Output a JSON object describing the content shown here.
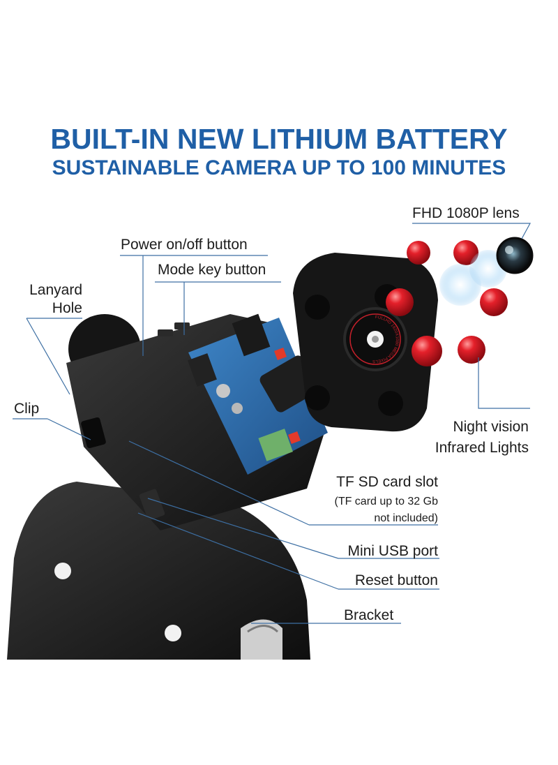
{
  "headline": {
    "title": "BUILT-IN NEW LITHIUM BATTERY",
    "subtitle": "SUSTAINABLE CAMERA UP TO 100 MINUTES"
  },
  "callouts": {
    "lens": "FHD 1080P lens",
    "power": "Power on/off button",
    "mode": "Mode key button",
    "lanyard_line1": "Lanyard",
    "lanyard_line2": "Hole",
    "clip": "Clip",
    "night_line1": "Night vision",
    "night_line2": "Infrared Lights",
    "tf_slot": "TF SD card slot",
    "tf_note_line1": "(TF card up to 32 Gb",
    "tf_note_line2": "not included)",
    "usb": "Mini USB port",
    "reset": "Reset button",
    "bracket": "Bracket"
  },
  "lens_ring_text": "FULLHD 1920X1080 MEGA PIXELS",
  "colors": {
    "headline": "#1f5fa6",
    "leader_line": "#3d6fa3",
    "ir_led": "#d8141e",
    "body": "#1b1b1b"
  }
}
